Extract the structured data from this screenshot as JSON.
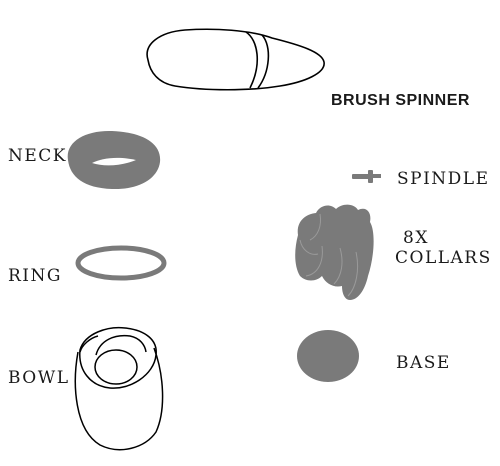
{
  "title": "BRUSH SPINNER",
  "parts": {
    "neck": "NECK",
    "ring": "RING",
    "bowl": "BOWL",
    "spindle": "SPINDLE",
    "collars_qty": "8X",
    "collars": "COLLARS",
    "base": "BASE"
  },
  "colors": {
    "part_fill": "#7a7a7a",
    "outline": "#000000",
    "background": "#ffffff"
  }
}
